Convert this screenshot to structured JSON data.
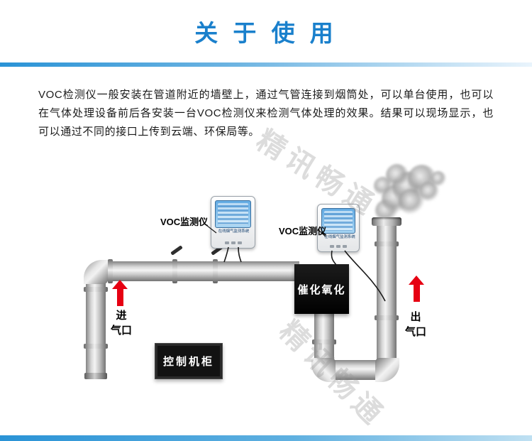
{
  "header": {
    "title": "关 于 使 用"
  },
  "article": {
    "text": "VOC检测仪一般安装在管道附近的墙壁上，通过气管连接到烟筒处，可以单台使用，也可以在气体处理设备前后各安装一台VOC检测仪来检测气体处理的效果。结果可以现场显示，也可以通过不同的接口上传到云端、环保局等。"
  },
  "diagram": {
    "monitor_left_label": "VOC监测仪",
    "monitor_right_label": "VOC监测仪",
    "monitor_screen_caption": "在线烟气监测系统",
    "catalytic_box_label": "催化氧化",
    "cabinet_label": "控制机柜",
    "inlet": {
      "line1": "进",
      "line2": "气口"
    },
    "outlet": {
      "line1": "出",
      "line2": "气口"
    }
  },
  "watermark": {
    "text": "精讯畅通"
  },
  "colors": {
    "title-blue": "#1a80cc",
    "accent-blue": "#2a93d6",
    "accent-fade": "#e9f4fc",
    "arrow-red": "#e60012"
  }
}
